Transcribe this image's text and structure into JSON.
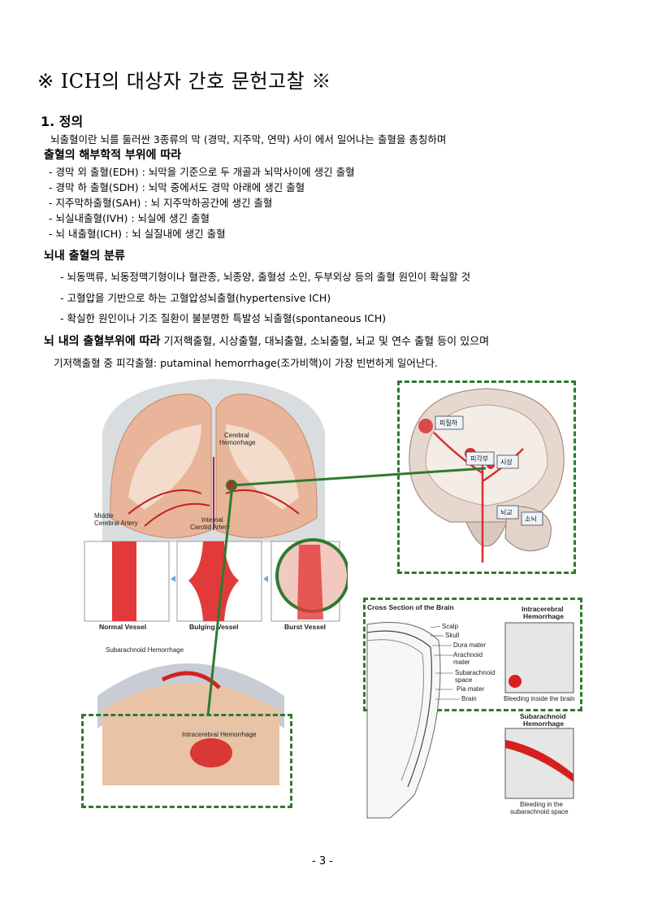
{
  "title": "※ ICH의 대상자 간호 문헌고찰 ※",
  "section1": {
    "heading": "1. 정의",
    "definition": "뇌출혈이란 뇌를 둘러싼 3종류의 막 (경막, 지주막, 연막) 사이 에서 일어나는 출혈을 총칭하며",
    "anatomical_heading": "출혈의 해부학적 부위에 따라",
    "anatomical_items": [
      "- 경막 외 출혈(EDH) : 뇌막을 기준으로 두 개골과 뇌막사이에 생긴 출혈",
      "- 경막 하 출혈(SDH) : 뇌막 중에서도 경막 아래에 생긴 출혈",
      "- 지주막하출혈(SAH) : 뇌 지주막하공간에 생긴 출혈",
      "- 뇌실내출혈(IVH) : 뇌실에 생긴 출혈",
      "- 뇌 내출혈(ICH) : 뇌 실질내에 생긴 출혈"
    ],
    "classification_heading": "뇌내 출혈의 분류",
    "classification_items": [
      "- 뇌동맥류, 뇌동정맥기형이나 혈관종, 뇌종양, 출혈성 소인, 두부외상 등의 출혈 원인이 확실할 것",
      "- 고혈압을 기반으로 하는 고혈압성뇌출혈(hypertensive ICH)",
      "- 확실한 원인이나 기조 질환이 불분명한 특발성 뇌출혈(spontaneous ICH)"
    ],
    "site_heading": "뇌 내의 출혈부위에 따라",
    "site_text": " 기저핵출혈, 시상출혈, 대뇌출혈, 소뇌출혈, 뇌교 및 연수 출혈 등이 있으며",
    "putaminal_text": "기저핵출혈 중 피각출혈: putaminal hemorrhage(조가비핵)이 가장 빈번하게 일어난다."
  },
  "figure_coronal": {
    "cerebral_hemorrhage": "Cerebral\nHemorrhage",
    "middle_cerebral_artery": "Middle\nCerebral Artery",
    "internal_carotid_artery": "Internal\nCarotid Artery",
    "normal_vessel": "Normal Vessel",
    "bulging_vessel": "Bulging Vessel",
    "burst_vessel": "Burst Vessel"
  },
  "figure_brain_sites": {
    "tags": [
      "피질하",
      "피각부",
      "시상",
      "뇌교",
      "소뇌"
    ]
  },
  "figure_sah": {
    "subarachnoid_hemorrhage": "Subarachnoid Hemorrhage",
    "intracerebral_hemorrhage": "Intracerebral Hemorrhage"
  },
  "figure_cross_section": {
    "title": "Cross Section of the Brain",
    "layers": [
      "Scalp",
      "Skull",
      "Dura mater",
      "Arachnoid\nmater",
      "Subarachnoid\nspace",
      "Pia mater",
      "Brain"
    ],
    "intracerebral_title": "Intracerebral\nHemorrhage",
    "intracerebral_caption": "Bleeding inside the brain",
    "subarachnoid_title": "Subarachnoid\nHemorrhage",
    "subarachnoid_caption": "Bleeding in the\nsubarachnoid space"
  },
  "page_number": "- 3 -",
  "colors": {
    "accent_green": "#2f7a2f",
    "blood_red": "#d62020",
    "tissue": "#e9c3a8"
  }
}
